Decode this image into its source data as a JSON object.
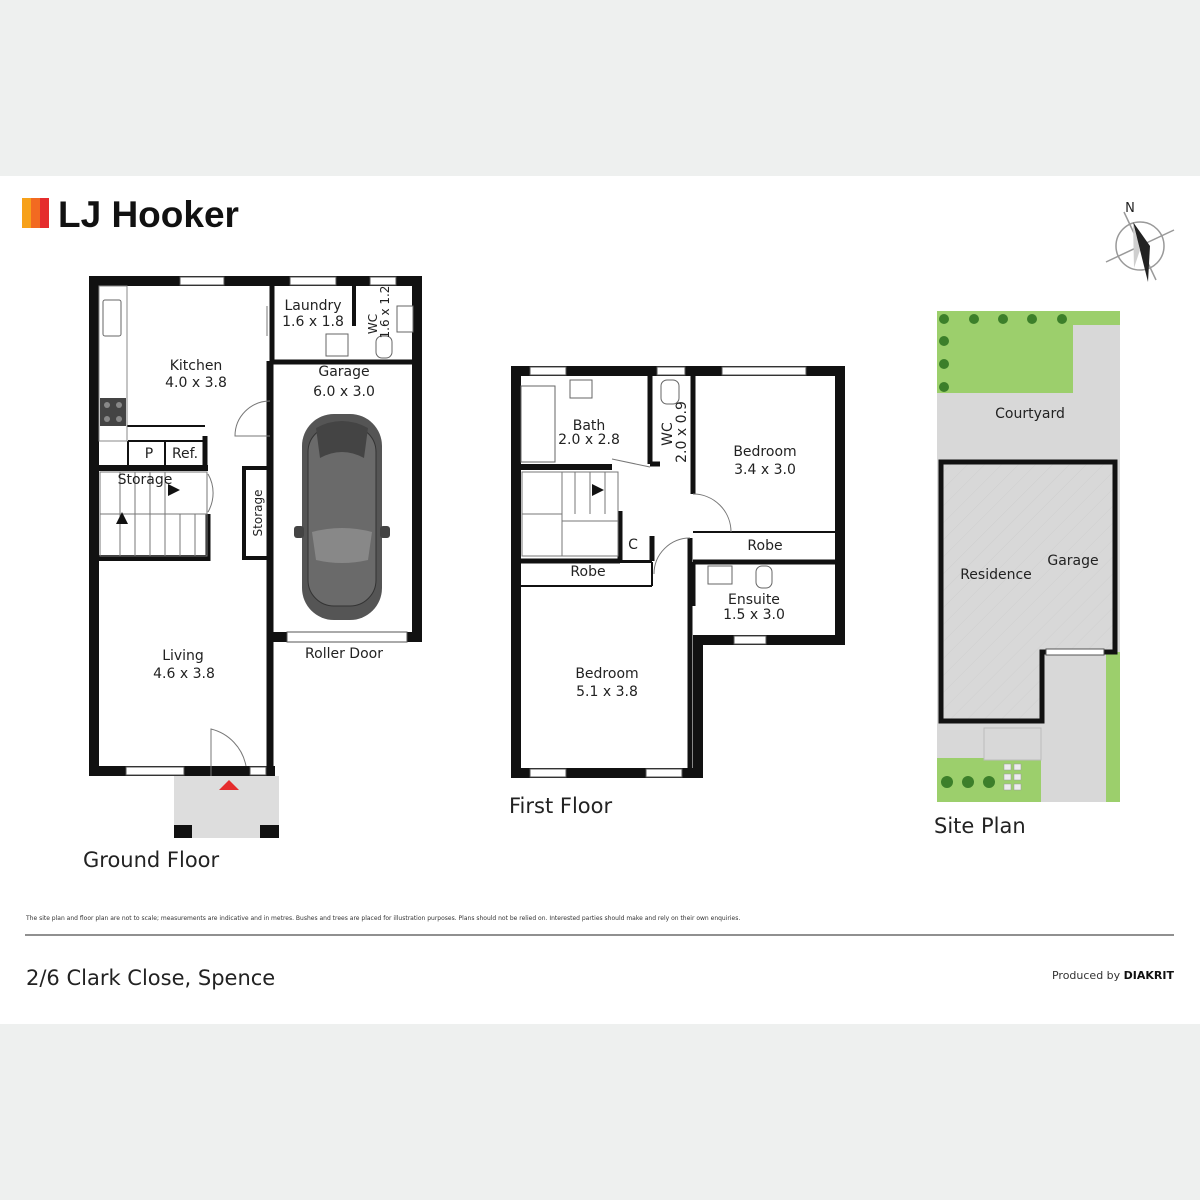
{
  "brand": {
    "name": "LJ Hooker",
    "colors": [
      "#f7a11a",
      "#f26a21",
      "#e52c2d"
    ]
  },
  "compass": {
    "label": "N"
  },
  "ground_floor": {
    "title": "Ground Floor",
    "rooms": {
      "kitchen": {
        "name": "Kitchen",
        "size": "4.0 x 3.8"
      },
      "laundry": {
        "name": "Laundry",
        "size": "1.6 x 1.8"
      },
      "wc": {
        "name": "WC",
        "size": "1.6 x 1.2"
      },
      "garage": {
        "name": "Garage",
        "size": "6.0 x 3.0"
      },
      "pantry": {
        "name": "P"
      },
      "fridge": {
        "name": "Ref."
      },
      "storage_stairs": {
        "name": "Storage"
      },
      "storage": {
        "name": "Storage"
      },
      "living": {
        "name": "Living",
        "size": "4.6 x 3.8"
      },
      "roller_door": {
        "name": "Roller Door"
      }
    }
  },
  "first_floor": {
    "title": "First Floor",
    "rooms": {
      "bath": {
        "name": "Bath",
        "size": "2.0 x 2.8"
      },
      "wc": {
        "name": "WC",
        "size": "2.0 x 0.9"
      },
      "bedroom2": {
        "name": "Bedroom",
        "size": "3.4 x 3.0"
      },
      "robe2": {
        "name": "Robe"
      },
      "closet": {
        "name": "C"
      },
      "robe1": {
        "name": "Robe"
      },
      "ensuite": {
        "name": "Ensuite",
        "size": "1.5 x 3.0"
      },
      "bedroom1": {
        "name": "Bedroom",
        "size": "5.1 x 3.8"
      }
    }
  },
  "site_plan": {
    "title": "Site Plan",
    "areas": {
      "courtyard": "Courtyard",
      "residence": "Residence",
      "garage": "Garage"
    }
  },
  "disclaimer": "The site plan and floor plan are not to scale; measurements are indicative and in metres. Bushes and trees are placed for illustration purposes. Plans should not be relied on. Interested parties should make and rely on their own enquiries.",
  "address": "2/6 Clark Close, Spence",
  "credit": {
    "prefix": "Produced by",
    "company": "DIAKRIT"
  }
}
